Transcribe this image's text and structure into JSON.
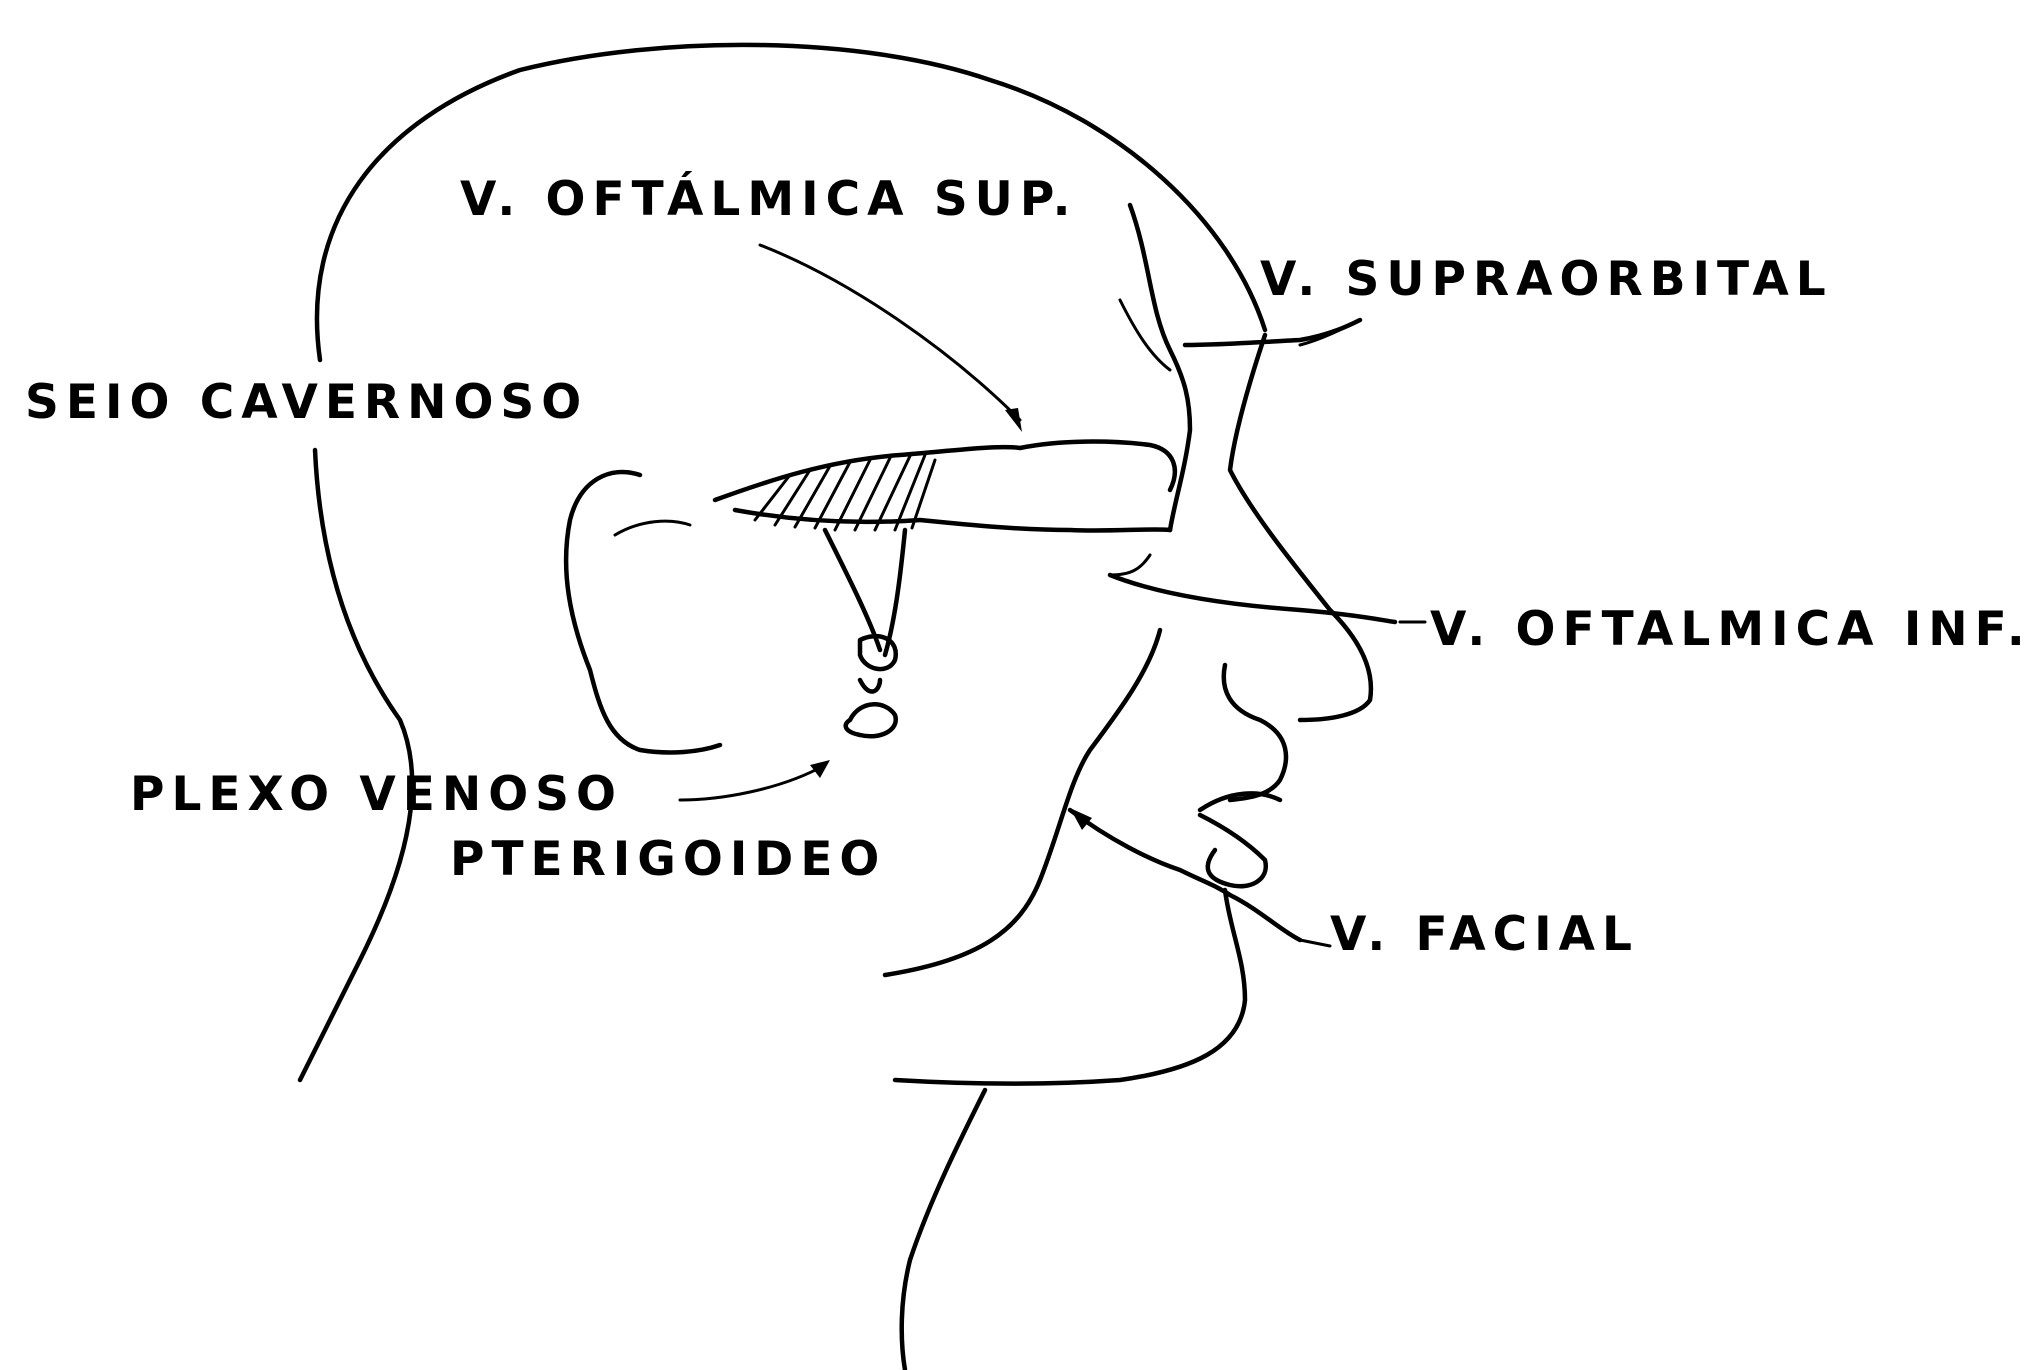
{
  "labels": {
    "v_oftalmica_sup": "V. OFTÁLMICA SUP.",
    "v_supraorbital": "V. SUPRAORBITAL",
    "seio_cavernoso": "SEIO CAVERNOSO",
    "v_oftalmica_inf": "V. OFTALMICA INF.",
    "plexo_venoso_line1": "PLEXO VENOSO",
    "plexo_venoso_line2": "PTERIGOIDEO",
    "v_facial": "V. FACIAL"
  },
  "colors": {
    "ink": "#000000",
    "paper": "#ffffff"
  }
}
